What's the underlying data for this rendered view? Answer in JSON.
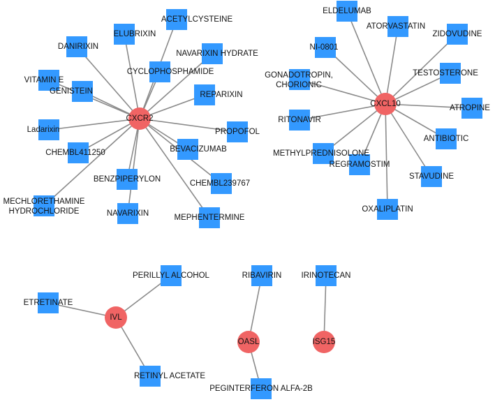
{
  "network": {
    "genes": [
      {
        "id": "CXCR2",
        "label": "CXCR2"
      },
      {
        "id": "CXCL10",
        "label": "CXCL10"
      },
      {
        "id": "IVL",
        "label": "IVL"
      },
      {
        "id": "OASL",
        "label": "OASL"
      },
      {
        "id": "ISG15",
        "label": "ISG15"
      }
    ],
    "drugs": [
      {
        "id": "d1",
        "label": "ACETYLCYSTEINE",
        "target": "CXCR2"
      },
      {
        "id": "d2",
        "label": "ELUBRIXIN",
        "target": "CXCR2"
      },
      {
        "id": "d3",
        "label": "DANIRIXIN",
        "target": "CXCR2"
      },
      {
        "id": "d4",
        "label": "NAVARIXIN HYDRATE",
        "target": "CXCR2"
      },
      {
        "id": "d5",
        "label": "CYCLOPHOSPHAMIDE",
        "target": "CXCR2"
      },
      {
        "id": "d6",
        "label": "VITAMIN E",
        "target": "CXCR2"
      },
      {
        "id": "d7",
        "label": "GENISTEIN",
        "target": "CXCR2"
      },
      {
        "id": "d8",
        "label": "REPARIXIN",
        "target": "CXCR2"
      },
      {
        "id": "d9",
        "label": "Ladarixin",
        "target": "CXCR2"
      },
      {
        "id": "d10",
        "label": "PROPOFOL",
        "target": "CXCR2"
      },
      {
        "id": "d11",
        "label": "BEVACIZUMAB",
        "target": "CXCR2"
      },
      {
        "id": "d12",
        "label": "CHEMBL411250",
        "target": "CXCR2"
      },
      {
        "id": "d13",
        "label": "BENZPIPERYLON",
        "target": "CXCR2"
      },
      {
        "id": "d14",
        "label": "CHEMBL239767",
        "target": "CXCR2"
      },
      {
        "id": "d15",
        "label": "MECHLORETHAMINE\nHYDROCHLORIDE",
        "target": "CXCR2"
      },
      {
        "id": "d16",
        "label": "NAVARIXIN",
        "target": "CXCR2"
      },
      {
        "id": "d17",
        "label": "MEPHENTERMINE",
        "target": "CXCR2"
      },
      {
        "id": "d18",
        "label": "ELDELUMAB",
        "target": "CXCL10"
      },
      {
        "id": "d19",
        "label": "ATORVASTATIN",
        "target": "CXCL10"
      },
      {
        "id": "d20",
        "label": "ZIDOVUDINE",
        "target": "CXCL10"
      },
      {
        "id": "d21",
        "label": "NI-0801",
        "target": "CXCL10"
      },
      {
        "id": "d22",
        "label": "GONADOTROPIN,\nCHORIONIC",
        "target": "CXCL10"
      },
      {
        "id": "d23",
        "label": "TESTOSTERONE",
        "target": "CXCL10"
      },
      {
        "id": "d24",
        "label": "ATROPINE",
        "target": "CXCL10"
      },
      {
        "id": "d25",
        "label": "RITONAVIR",
        "target": "CXCL10"
      },
      {
        "id": "d26",
        "label": "ANTIBIOTIC",
        "target": "CXCL10"
      },
      {
        "id": "d27",
        "label": "METHYLPREDNISOLONE",
        "target": "CXCL10"
      },
      {
        "id": "d28",
        "label": "REGRAMOSTIM",
        "target": "CXCL10"
      },
      {
        "id": "d29",
        "label": "STAVUDINE",
        "target": "CXCL10"
      },
      {
        "id": "d30",
        "label": "OXALIPLATIN",
        "target": "CXCL10"
      },
      {
        "id": "d31",
        "label": "PERILLYL ALCOHOL",
        "target": "IVL"
      },
      {
        "id": "d32",
        "label": "ETRETINATE",
        "target": "IVL"
      },
      {
        "id": "d33",
        "label": "RETINYL ACETATE",
        "target": "IVL"
      },
      {
        "id": "d34",
        "label": "RIBAVIRIN",
        "target": "OASL"
      },
      {
        "id": "d35",
        "label": "PEGINTERFERON ALFA-2B",
        "target": "OASL"
      },
      {
        "id": "d36",
        "label": "IRINOTECAN",
        "target": "ISG15"
      }
    ],
    "colors": {
      "gene_node": "#f06464",
      "drug_node": "#3399ff",
      "edge": "#8a8a8a",
      "label": "#111111"
    }
  }
}
